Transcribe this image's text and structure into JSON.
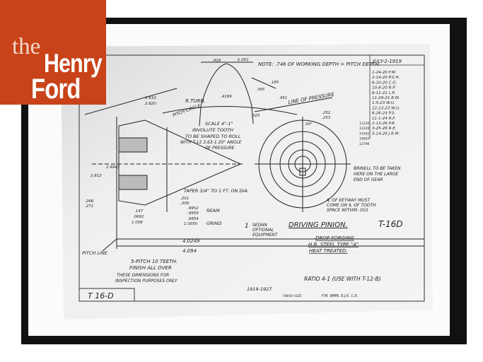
{
  "logo": {
    "line1": "the",
    "line2": "Henry",
    "line3": "Ford",
    "color": "#c9431a"
  },
  "drawing": {
    "part_number": "T-16D",
    "title_block_number": "T 16-D",
    "part_name": "DRIVING PINION.",
    "material": [
      "DROP FORGING",
      "H.R. STEEL TYPE \"A\"",
      "HEAT TREATED."
    ],
    "ratio": "RATIO 4-1 (USE WITH T-12-B)",
    "usage": [
      "1",
      "SEDAN",
      "OPTIONAL",
      "EQUIPMENT"
    ],
    "years": "1919-1927",
    "signatures": "F.M. WMR. E.J.K. C.K.",
    "finish_note": "FINISH SIZE",
    "date": "JULY-2-1919",
    "revisions": [
      "1-24-20 F.M.",
      "2-19-20 P.S.H.",
      "6-10-20 C.G.",
      "10-8-20 R.P.",
      "6-11-21 L.P.",
      "11-29-21 R.M.",
      "1-5-23 W.U.",
      "12-12-23 W.U.",
      "6-26-24 P.S.",
      "11-1-24 R.F.",
      "1-13-26 P.R.",
      "3-25-26 R.E.",
      "5-14-26 J.R.M."
    ],
    "rev_numbers": [
      "11330",
      "12129",
      "15591",
      "16695",
      "12796"
    ],
    "notes": {
      "working_depth": "NOTE: .746 OF WORKING DEPTH = PITCH DEPTH.",
      "scale": "SCALE 4\"-1\"",
      "involute": "INVOLUTE TOOTH",
      "shaped": "TO BE SHAPED TO ROLL",
      "with": "WITH T-12 3.63-1 20° ANGLE",
      "pressure": "OF PRESSURE",
      "line_of_pressure": "LINE OF PRESSURE",
      "taper": "TAPER 3/4\" TO 1 FT. ON DIA.",
      "brinell": [
        "BRINELL TO BE TAKEN",
        "HERE ON THE LARGE",
        "END OF GEAR"
      ],
      "keyway": [
        "℄ OF KEYWAY MUST",
        "COME ON ℄ OF TOOTH",
        "SPACE WITHIN .010"
      ],
      "pitch": [
        "5-PITCH 10 TEETH.",
        "FINISH ALL OVER"
      ],
      "inspection": [
        "THESE DIMENSIONS FOR",
        "INSPECTION PURPOSES ONLY"
      ],
      "pitch_line": "PITCH LINE",
      "ream": "REAM",
      "grind": "GRIND",
      "r_turn": "R.TURN.",
      "pitch_circle": "PITCH CIRCLE"
    },
    "dimensions": [
      ".416",
      "±.001",
      ".4189",
      ".395",
      ".185",
      ".451",
      ".325",
      "2.610",
      "2.620",
      ".252",
      ".253",
      "4.0249",
      "4.094",
      ".9952",
      ".9959",
      ".9954",
      "1.0050",
      ".201",
      ".206",
      ".147",
      ".0691",
      "1.058",
      ".266",
      ".271",
      "2.812",
      "2.4947",
      "20°"
    ]
  }
}
